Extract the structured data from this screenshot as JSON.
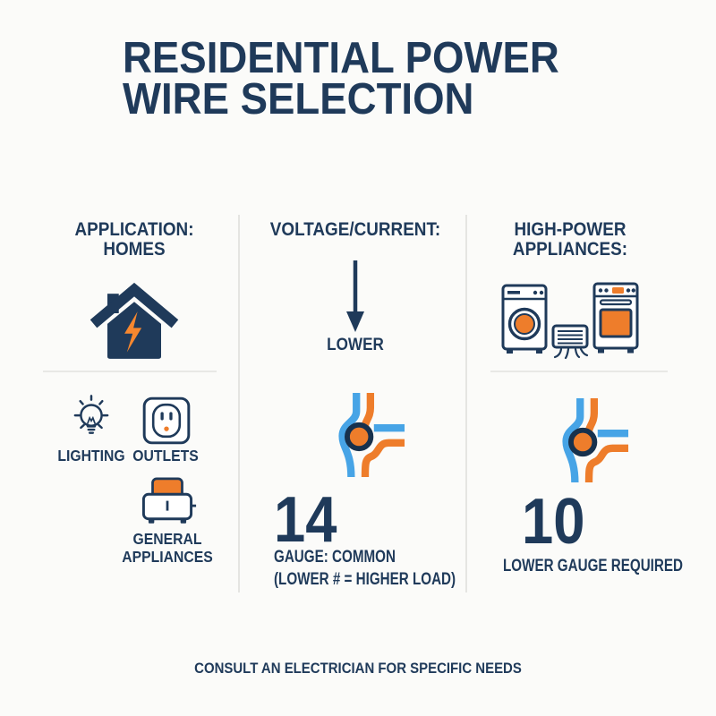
{
  "title": {
    "line1": "RESIDENTIAL POWER",
    "line2": "WIRE SELECTION"
  },
  "colors": {
    "navy": "#1f3a5a",
    "ring_navy": "#17314d",
    "orange": "#ee7d2b",
    "blue": "#47a4e6",
    "background": "#fbfbf9",
    "divider": "#e5e5e2"
  },
  "columns": {
    "application": {
      "header": {
        "line1": "APPLICATION:",
        "line2": "HOMES"
      },
      "house_icon": "house-lightning-icon",
      "items": [
        {
          "icon": "lightbulb-icon",
          "label": "LIGHTING"
        },
        {
          "icon": "outlet-icon",
          "label": "OUTLETS"
        },
        {
          "icon": "toaster-icon",
          "label": {
            "line1": "GENERAL",
            "line2": "APPLIANCES"
          }
        }
      ]
    },
    "voltage_current": {
      "header": "VOLTAGE/CURRENT:",
      "arrow_icon": "down-arrow-icon",
      "arrow_label": "LOWER",
      "wire_icon": "wire-junction-icon",
      "gauge_value": "14",
      "caption": {
        "line1": "GAUGE: COMMON",
        "line2": "(LOWER # = HIGHER LOAD)"
      }
    },
    "high_power": {
      "header": {
        "line1": "HIGH-POWER",
        "line2": "APPLIANCES:"
      },
      "appliance_icons": [
        "washing-machine-icon",
        "air-conditioner-icon",
        "oven-icon"
      ],
      "wire_icon": "wire-junction-icon",
      "gauge_value": "10",
      "caption": "LOWER GAUGE REQUIRED"
    }
  },
  "footer": {
    "note": "CONSULT AN ELECTRICIAN FOR SPECIFIC NEEDS"
  }
}
